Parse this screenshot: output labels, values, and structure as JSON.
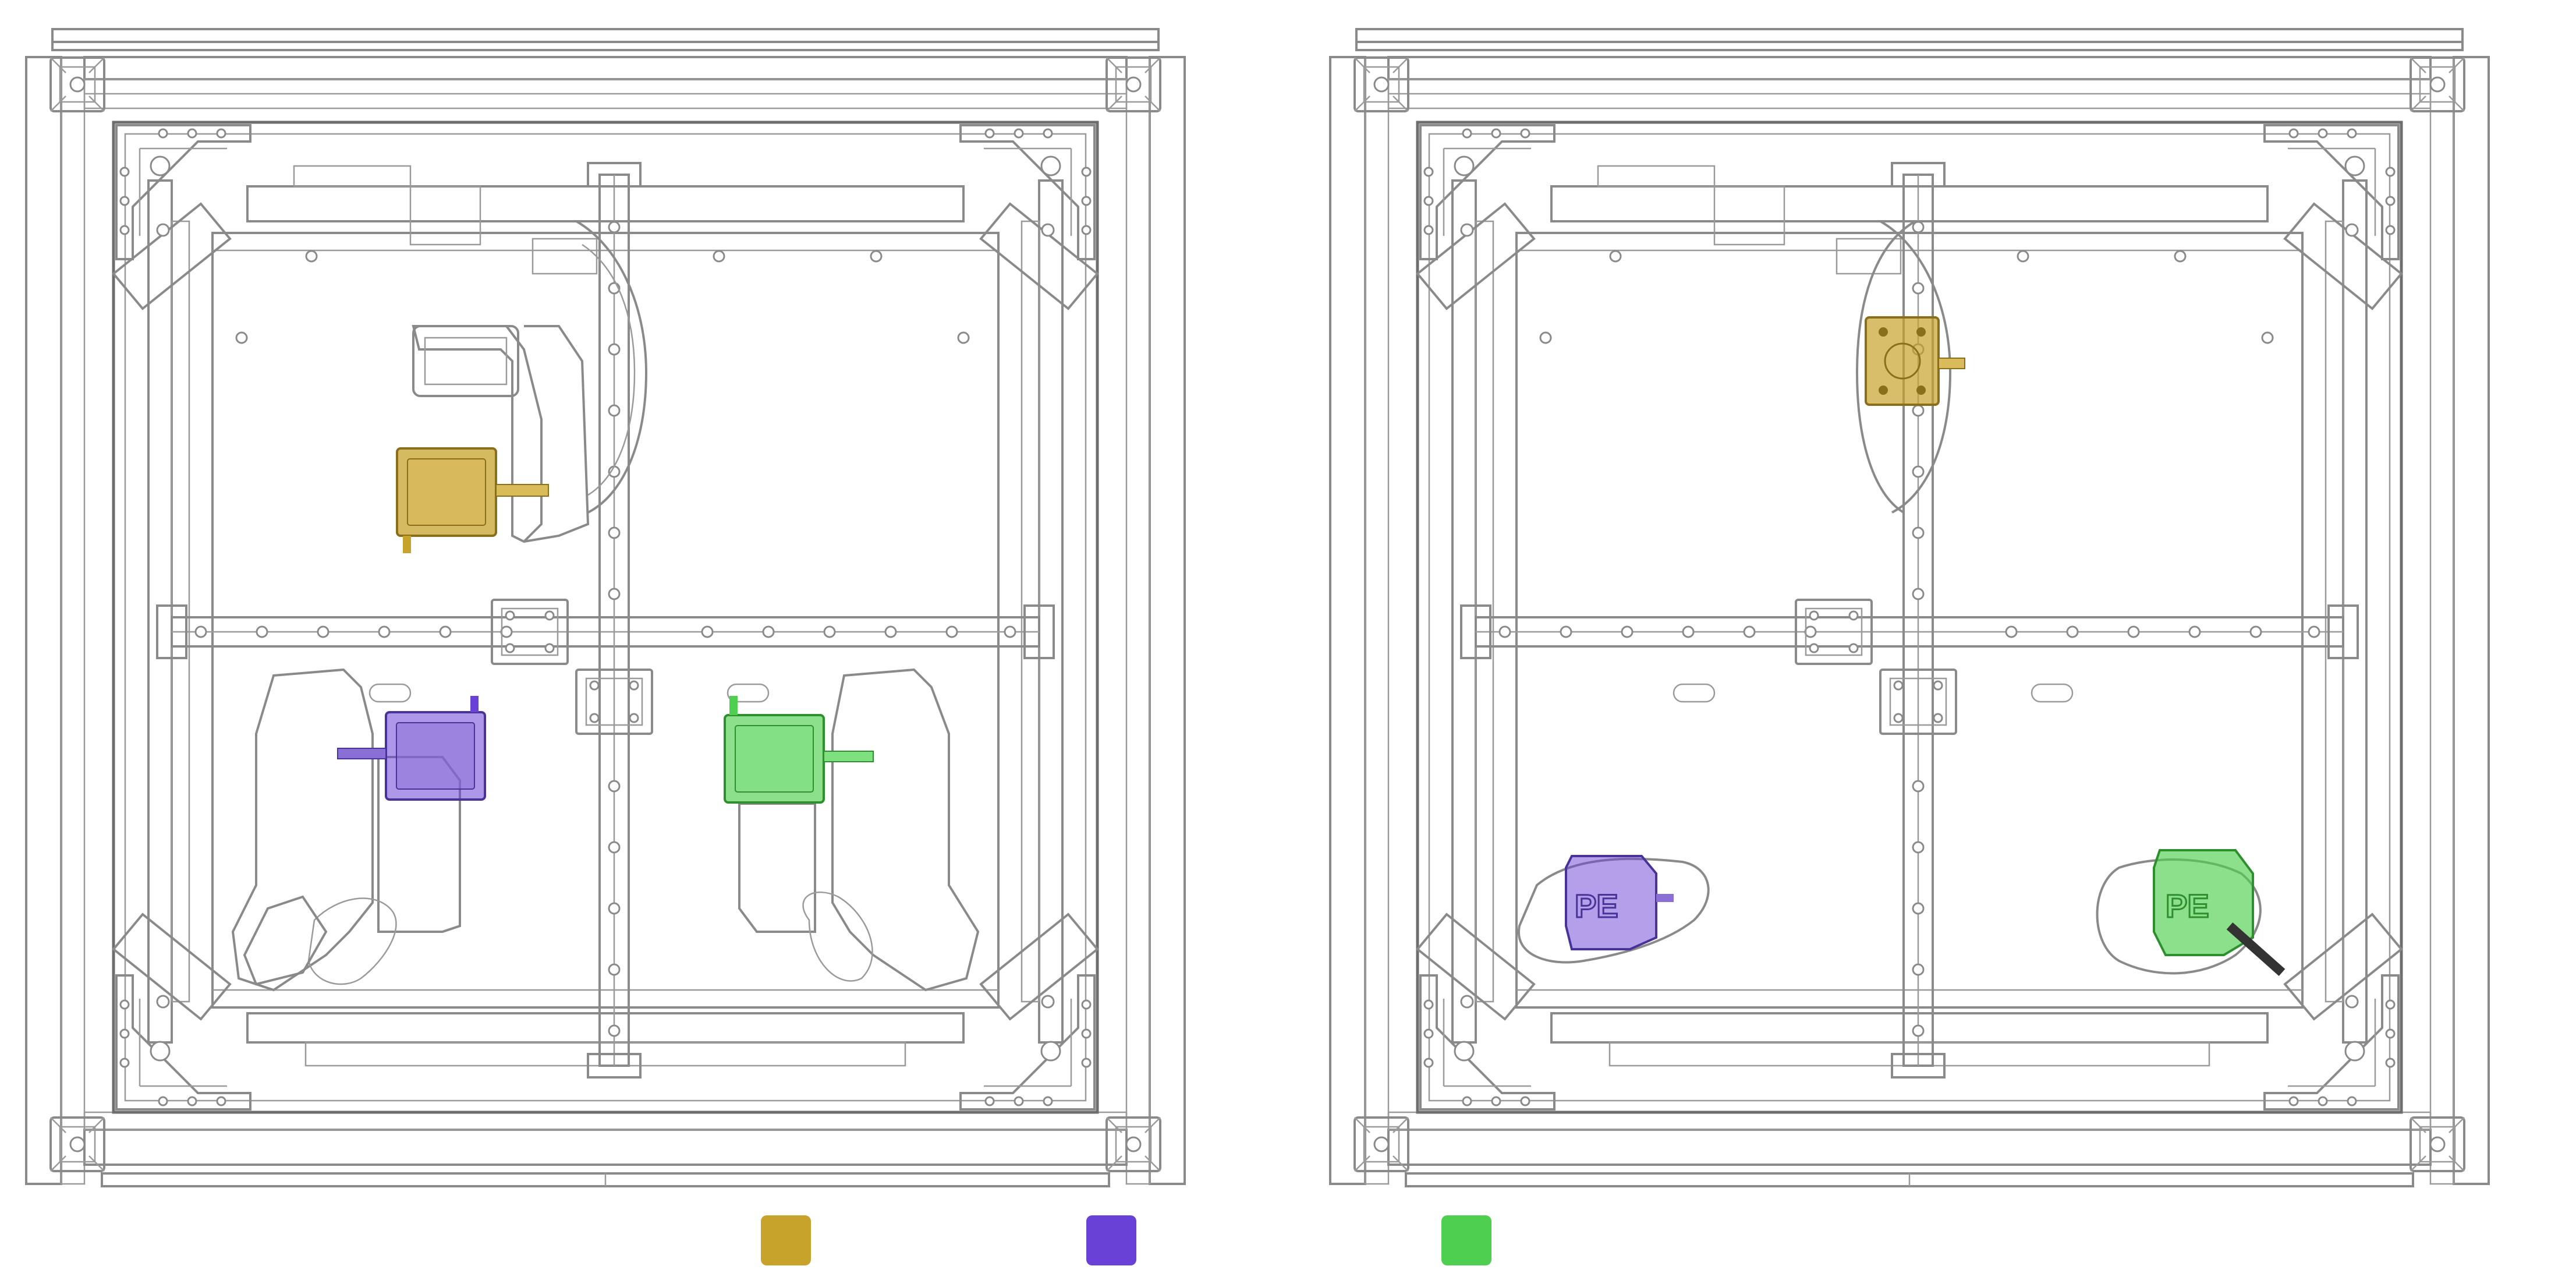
{
  "colors": {
    "yellow": "#c8a32c",
    "purple": "#6a41d6",
    "green": "#4fcf4f",
    "frame": "#8a8a8a"
  },
  "legend": [
    {
      "key": "yellow",
      "color": "#c8a32c"
    },
    {
      "key": "purple",
      "color": "#6a41d6"
    },
    {
      "key": "green",
      "color": "#4fcf4f"
    }
  ]
}
